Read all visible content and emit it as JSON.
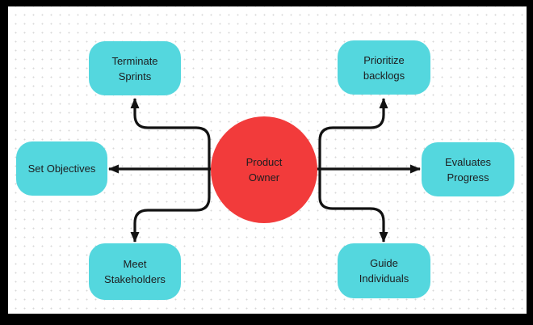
{
  "diagram": {
    "center_node": {
      "label": "Product Owner"
    },
    "nodes": [
      {
        "id": "terminate-sprints",
        "label": "Terminate Sprints",
        "position": "top-left"
      },
      {
        "id": "prioritize-backlogs",
        "label": "Prioritize backlogs",
        "position": "top-right"
      },
      {
        "id": "set-objectives",
        "label": "Set Objectives",
        "position": "middle-left"
      },
      {
        "id": "evaluates-progress",
        "label": "Evaluates Progress",
        "position": "middle-right"
      },
      {
        "id": "meet-stakeholders",
        "label": "Meet Stakeholders",
        "position": "bottom-left"
      },
      {
        "id": "guide-individuals",
        "label": "Guide Individuals",
        "position": "bottom-right"
      }
    ],
    "colors": {
      "center_fill": "#f23b3b",
      "node_fill": "#54d7de",
      "connector": "#121212",
      "text": "#1d1d1f",
      "canvas": "#ffffff",
      "dots": "#d8d8d8",
      "frame": "#000000"
    }
  }
}
